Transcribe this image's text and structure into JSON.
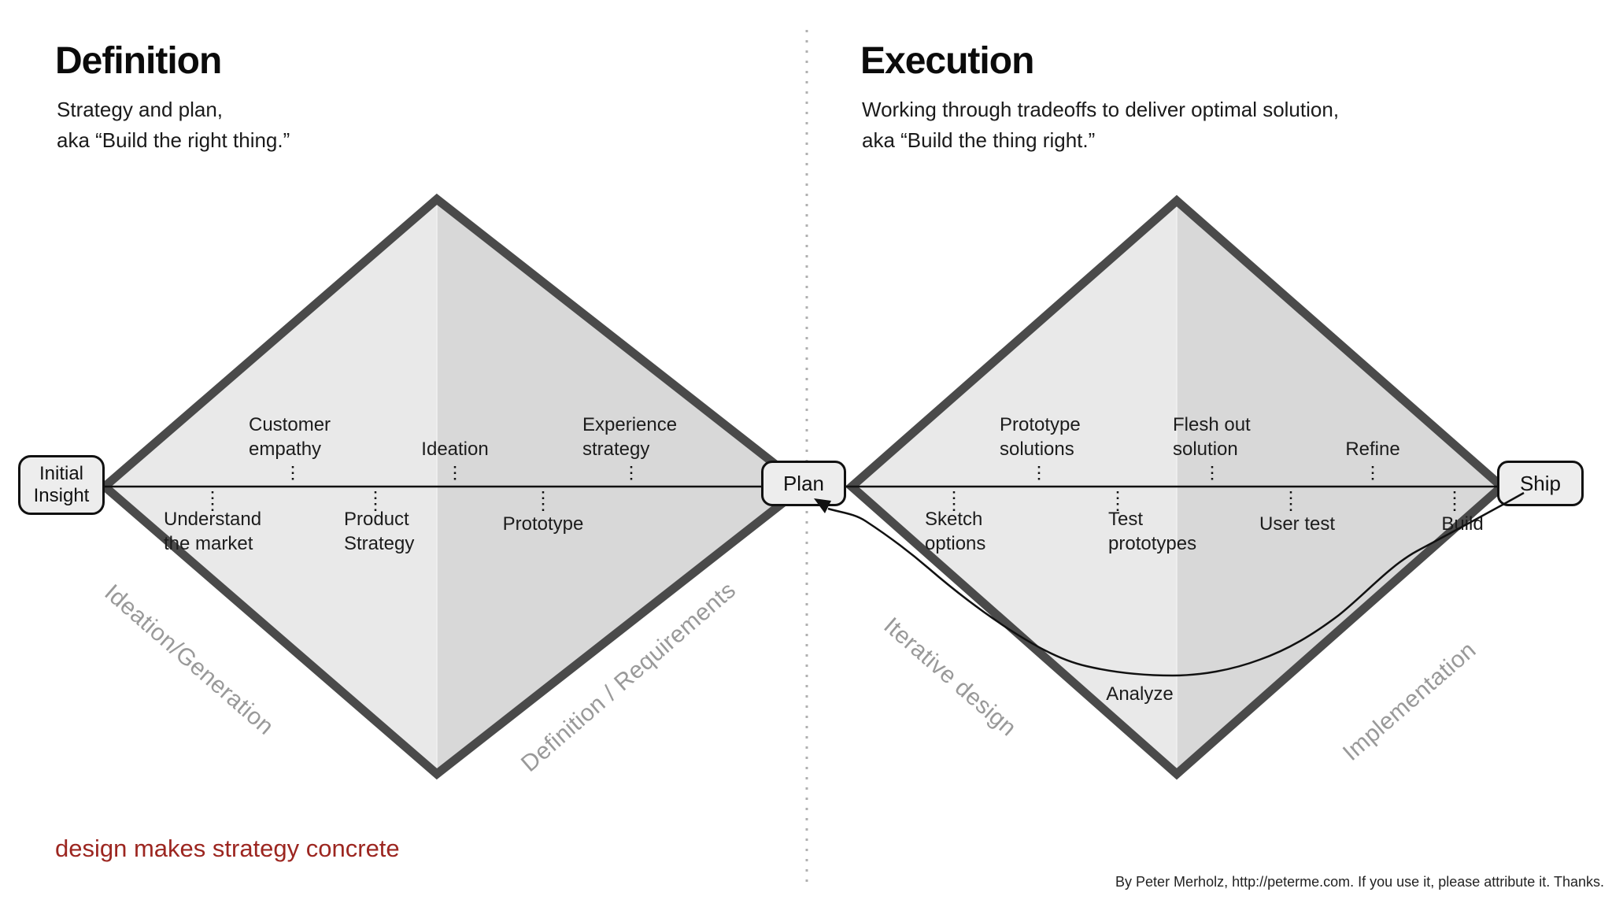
{
  "header_left": {
    "title": "Definition",
    "subtitle": "Strategy and plan,\naka “Build the right thing.”"
  },
  "header_right": {
    "title": "Execution",
    "subtitle": "Working through tradeoffs to deliver optimal solution,\naka “Build the thing right.”"
  },
  "nodes": {
    "initial_insight": "Initial\nInsight",
    "plan": "Plan",
    "ship": "Ship"
  },
  "definition_diamond": {
    "above": [
      {
        "label": "Customer\nempathy"
      },
      {
        "label": "Ideation"
      },
      {
        "label": "Experience\nstrategy"
      }
    ],
    "below": [
      {
        "label": "Understand\nthe market"
      },
      {
        "label": "Product\nStrategy"
      },
      {
        "label": "Prototype"
      }
    ],
    "phase_left": "Ideation/Generation",
    "phase_right": "Definition / Requirements"
  },
  "execution_diamond": {
    "above": [
      {
        "label": "Prototype\nsolutions"
      },
      {
        "label": "Flesh out\nsolution"
      },
      {
        "label": "Refine"
      }
    ],
    "below": [
      {
        "label": "Sketch\noptions"
      },
      {
        "label": "Test\nprototypes"
      },
      {
        "label": "User test"
      },
      {
        "label": "Build"
      }
    ],
    "loop_label": "Analyze",
    "phase_left": "Iterative design",
    "phase_right": "Implementation"
  },
  "footer": {
    "tagline": "design makes strategy concrete",
    "attribution": "By Peter Merholz, http://peterme.com. If you use it, please attribute it. Thanks."
  },
  "colors": {
    "diamond_light": "#e9e9e9",
    "diamond_dark": "#d8d8d8",
    "diamond_border": "#4a4a4a",
    "phase_text": "#999999",
    "tagline_red": "#9c2620"
  }
}
